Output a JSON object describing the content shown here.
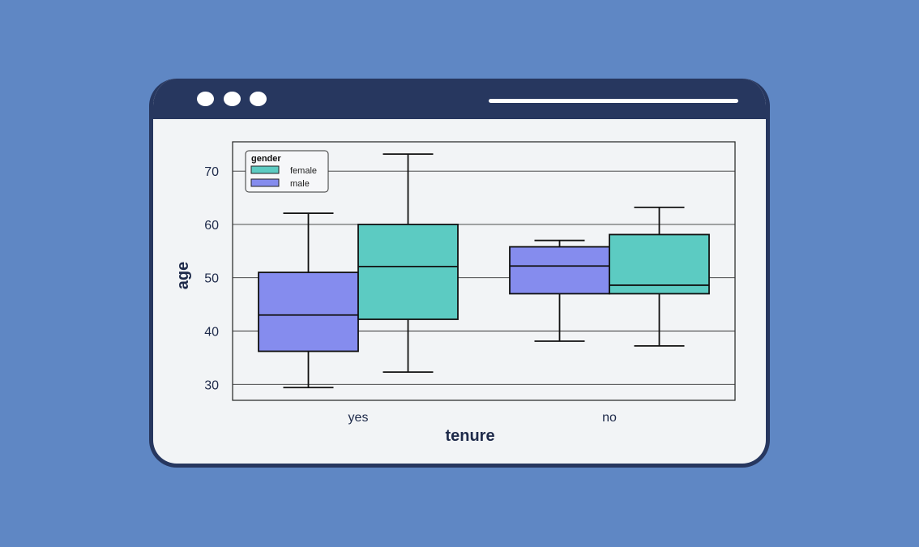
{
  "colors": {
    "background": "#5f87c4",
    "window_frame": "#27375f",
    "window_body": "#f2f4f6",
    "female": "#5ccbc2",
    "male": "#858cee"
  },
  "window": {
    "control_icons": [
      "circle-icon",
      "circle-icon",
      "circle-icon"
    ]
  },
  "chart_data": {
    "type": "boxplot",
    "xlabel": "tenure",
    "ylabel": "age",
    "categories": [
      "yes",
      "no"
    ],
    "ylim": [
      27,
      75.5
    ],
    "yticks": [
      30,
      40,
      50,
      60,
      70
    ],
    "grid": "horizontal",
    "legend": {
      "title": "gender",
      "placement": "top-left",
      "entries": [
        "female",
        "male"
      ]
    },
    "series": [
      {
        "name": "male",
        "color": "#858cee",
        "boxes": [
          {
            "category": "yes",
            "whisker_low": 29.4,
            "q1": 36.2,
            "median": 43.0,
            "q3": 51.0,
            "whisker_high": 62.1
          },
          {
            "category": "no",
            "whisker_low": 38.1,
            "q1": 47.0,
            "median": 52.2,
            "q3": 55.8,
            "whisker_high": 57.0
          }
        ]
      },
      {
        "name": "female",
        "color": "#5ccbc2",
        "boxes": [
          {
            "category": "yes",
            "whisker_low": 32.3,
            "q1": 42.2,
            "median": 52.1,
            "q3": 60.0,
            "whisker_high": 73.2
          },
          {
            "category": "no",
            "whisker_low": 37.2,
            "q1": 47.0,
            "median": 48.6,
            "q3": 58.1,
            "whisker_high": 63.2
          }
        ]
      }
    ]
  }
}
